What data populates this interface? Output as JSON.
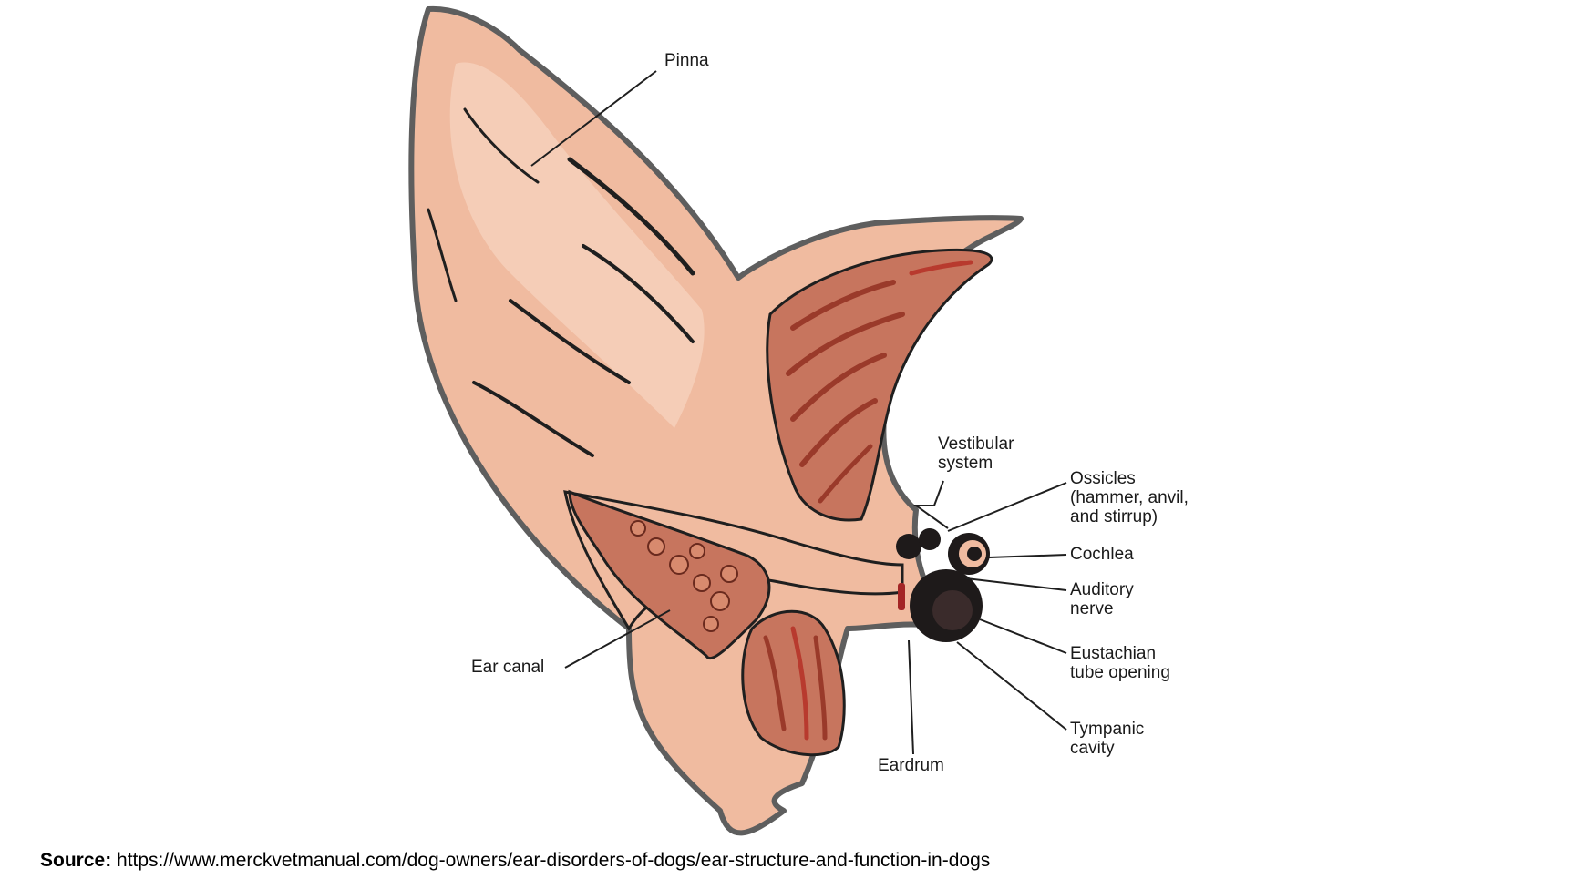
{
  "diagram": {
    "labels": {
      "pinna": "Pinna",
      "vestibular_system": [
        "Vestibular",
        "system"
      ],
      "ossicles": [
        "Ossicles",
        "(hammer, anvil,",
        "and stirrup)"
      ],
      "cochlea": "Cochlea",
      "auditory_nerve": [
        "Auditory",
        "nerve"
      ],
      "eustachian_tube": [
        "Eustachian",
        "tube opening"
      ],
      "tympanic_cavity": [
        "Tympanic",
        "cavity"
      ],
      "eardrum": "Eardrum",
      "ear_canal": "Ear canal"
    }
  },
  "source": {
    "prefix": "Source:",
    "url": "https://www.merckvetmanual.com/dog-owners/ear-disorders-of-dogs/ear-structure-and-function-in-dogs"
  },
  "colors": {
    "skin": "#f0bba0",
    "skin_light": "#f6d2bd",
    "cartilage": "#c7755e",
    "cartilage_dark": "#9a3a2a",
    "cartilage_red": "#b83a2e",
    "fur": "#5e5e5e",
    "ink": "#1f1f1f",
    "ossicle_dark": "#1e1a1a",
    "ossicle_red": "#a32525"
  }
}
